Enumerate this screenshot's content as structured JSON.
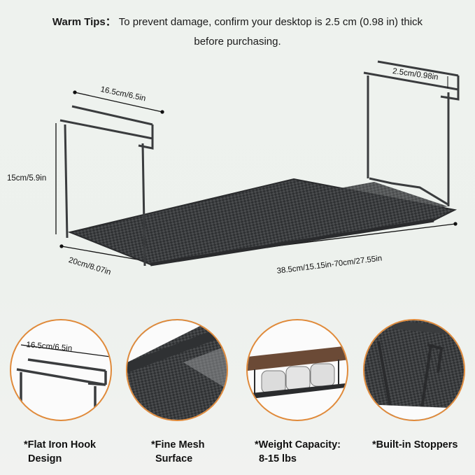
{
  "header": {
    "label": "Warm Tips：",
    "line1": "To prevent damage, confirm your desktop is 2.5 cm (0.98 in) thick",
    "line2": "before purchasing."
  },
  "dimensions": {
    "hook_length": "16.5cm/6.5in",
    "hook_gap": "2.5cm/0.98in",
    "height": "15cm/5.9in",
    "depth": "20cm/8.07in",
    "width": "38.5cm/15.15in-70cm/27.55in"
  },
  "features": [
    {
      "line1": "*Flat Iron Hook",
      "line2": "Design",
      "inset_label": "16.5cm/6.5in"
    },
    {
      "line1": "*Fine Mesh",
      "line2": "Surface"
    },
    {
      "line1": "*Weight Capacity:",
      "line2": "8-15 lbs"
    },
    {
      "line1": "*Built-in Stoppers",
      "line2": ""
    }
  ],
  "colors": {
    "accent_ring": "#e08a3a",
    "metal": "#3a3c3e",
    "wood": "#6b4a36"
  }
}
